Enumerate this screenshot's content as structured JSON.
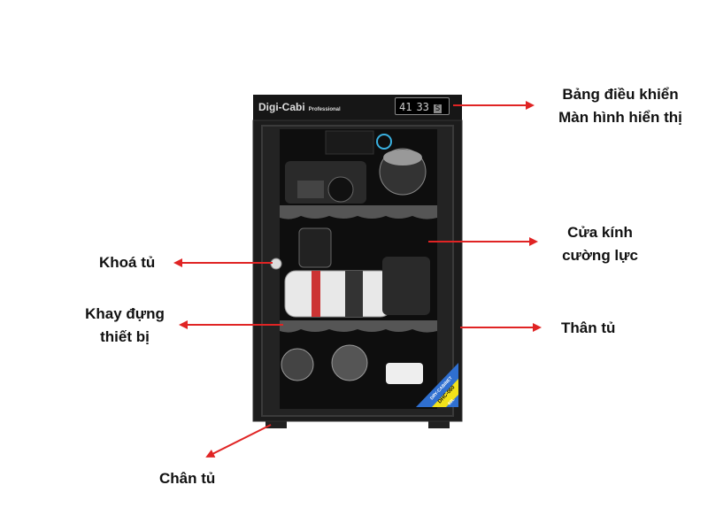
{
  "product": {
    "brand": "Digi-Cabi",
    "brand_sub": "Professional",
    "display": {
      "humidity": "41",
      "temperature": "33",
      "mode": "S"
    },
    "badge": {
      "line1": "DRY-CABINET",
      "line2": "DHC-060",
      "line3": "60L"
    }
  },
  "callouts": {
    "control_panel": {
      "line1": "Bảng điều khiển",
      "line2": "Màn hình hiển thị"
    },
    "glass_door": {
      "line1": "Cửa kính",
      "line2": "cường lực"
    },
    "lock": "Khoá tủ",
    "tray": {
      "line1": "Khay đựng",
      "line2": "thiết bị"
    },
    "body": "Thân tủ",
    "feet": "Chân tủ"
  },
  "colors": {
    "arrow": "#e02424",
    "cabinet": "#1a1a1a",
    "badge_blue": "#2f6fd0",
    "badge_yellow": "#f2e21a"
  }
}
